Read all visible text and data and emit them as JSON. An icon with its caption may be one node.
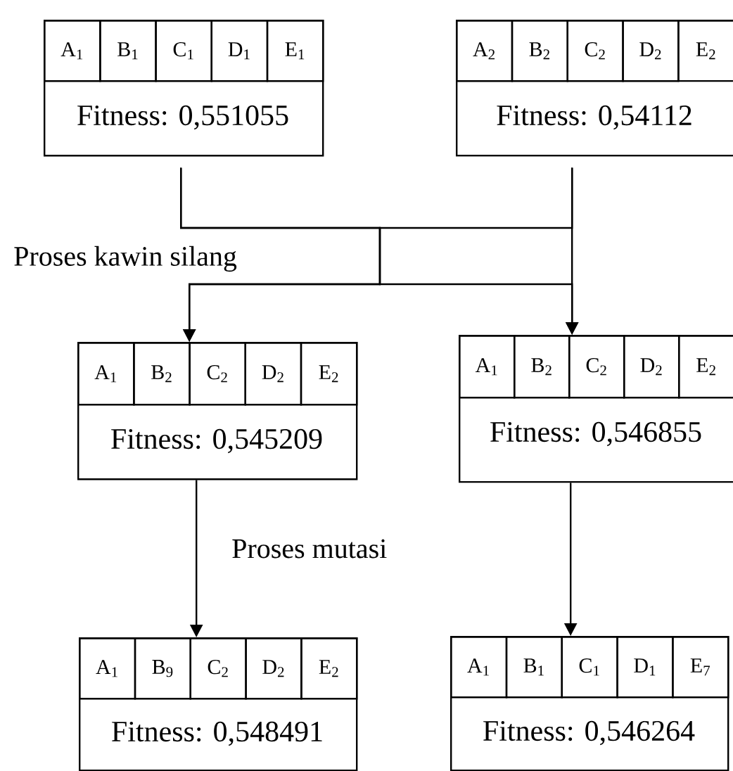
{
  "diagram": {
    "nodes": [
      {
        "text": [
          "A$_{1}$",
          "B$_{1}$",
          "C$_{1}$",
          "D$_{1}$",
          "E$_{1}$",
          "Fitness: 0,551055"
        ]
      },
      {
        "text": [
          "A$_{2}$",
          "B$_{2}$",
          "C$_{2}$",
          "D$_{2}$",
          "E$_{2}$",
          "Fitness: 0,54112"
        ]
      },
      {
        "text": [
          "A$_{1}$",
          "B$_{2}$",
          "C$_{2}$",
          "D$_{2}$",
          "E$_{2}$",
          "Fitness: 0,545209"
        ]
      },
      {
        "text": [
          "A$_{1}$",
          "B$_{2}$",
          "C$_{2}$",
          "D$_{2}$",
          "E$_{2}$",
          "Fitness: 0,546855"
        ]
      },
      {
        "text": [
          "A$_{1}$",
          "B$_{9}$",
          "C$_{2}$",
          "D$_{2}$",
          "E$_{2}$",
          "Fitness: 0,548491"
        ]
      },
      {
        "text": [
          "A$_{1}$",
          "B$_{1}$",
          "C$_{1}$",
          "D$_{1}$",
          "E$_{7}$",
          "Fitness: 0,546264"
        ]
      }
    ],
    "edges": [
      {
        "from": 0,
        "to": 2,
        "arrow": "to"
      },
      {
        "from": 0,
        "to": 3,
        "arrow": "to"
      },
      {
        "from": 1,
        "to": 2,
        "arrow": "to"
      },
      {
        "from": 1,
        "to": 3,
        "arrow": "to"
      },
      {
        "from": 2,
        "to": 4,
        "arrow": "to"
      },
      {
        "from": 3,
        "to": 5,
        "arrow": "to"
      }
    ],
    "labels": [
      "Proses kawin silang",
      "Proses mutasi"
    ]
  }
}
